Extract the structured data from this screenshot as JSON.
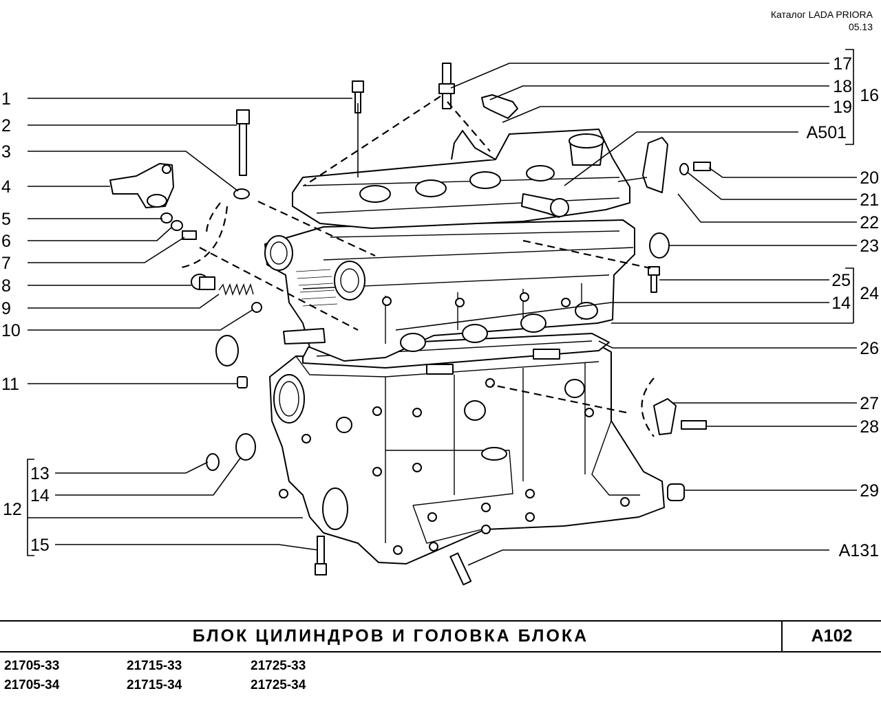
{
  "header": {
    "catalog": "Каталог  LADA  PRIORA",
    "date": "05.13"
  },
  "callouts_left": [
    "1",
    "2",
    "3",
    "4",
    "5",
    "6",
    "7",
    "8",
    "9",
    "10",
    "11",
    "13",
    "14",
    "12",
    "15"
  ],
  "callouts_right": [
    "17",
    "18",
    "19",
    "A501",
    "16",
    "20",
    "21",
    "22",
    "23",
    "25",
    "14",
    "24",
    "26",
    "27",
    "28",
    "29",
    "A131"
  ],
  "footer": {
    "title": "БЛОК  ЦИЛИНДРОВ  И  ГОЛОВКА  БЛОКА",
    "code": "A102"
  },
  "models": [
    "21705-33",
    "21715-33",
    "21725-33",
    "21705-34",
    "21715-34",
    "21725-34"
  ]
}
